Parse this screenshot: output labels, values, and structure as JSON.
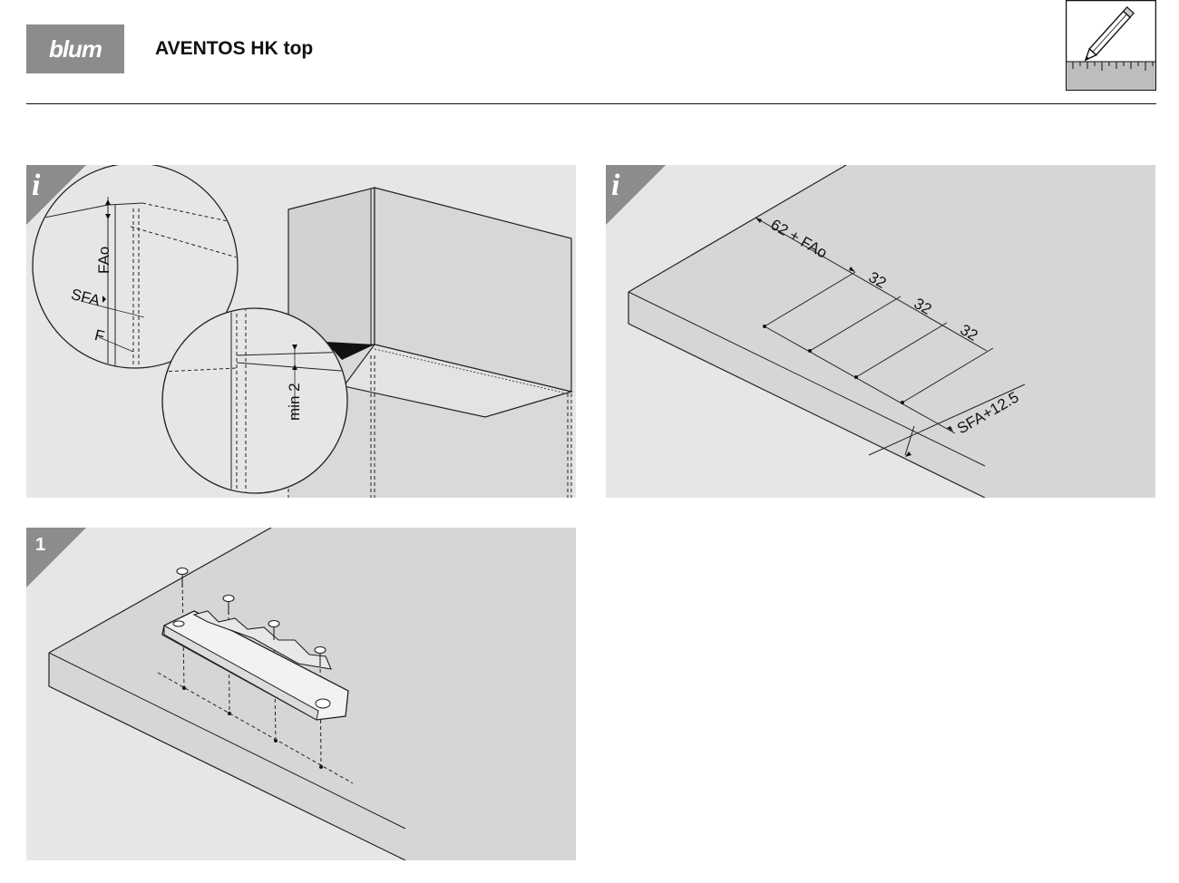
{
  "header": {
    "brand": "blum",
    "title": "AVENTOS HK top",
    "icon": "pencil-ruler-icon"
  },
  "panels": {
    "info_left": {
      "corner": "i",
      "labels": {
        "fao": "FAo",
        "sfa": "SFA",
        "f": "F",
        "min": "min 2"
      }
    },
    "info_right": {
      "corner": "i",
      "labels": {
        "first": "62 + FAo",
        "d1": "32",
        "d2": "32",
        "d3": "32",
        "sfa": "SFA+12.5"
      }
    },
    "step_1": {
      "corner": "1"
    }
  }
}
